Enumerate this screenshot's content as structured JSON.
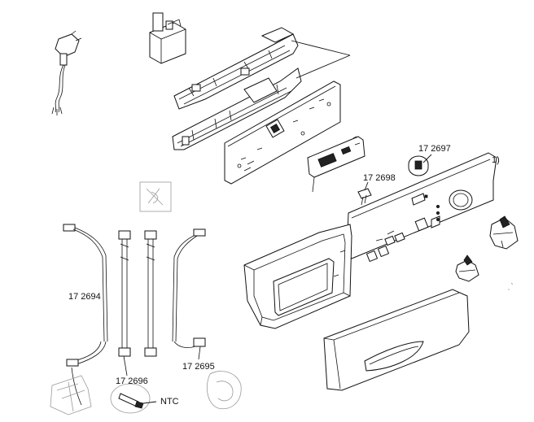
{
  "labels": {
    "p172697": "17 2697",
    "p172698": "17 2698",
    "note1": "1)",
    "p172694": "17 2694",
    "p172696": "17 2696",
    "p172695": "17 2695",
    "ntc": "NTC"
  }
}
